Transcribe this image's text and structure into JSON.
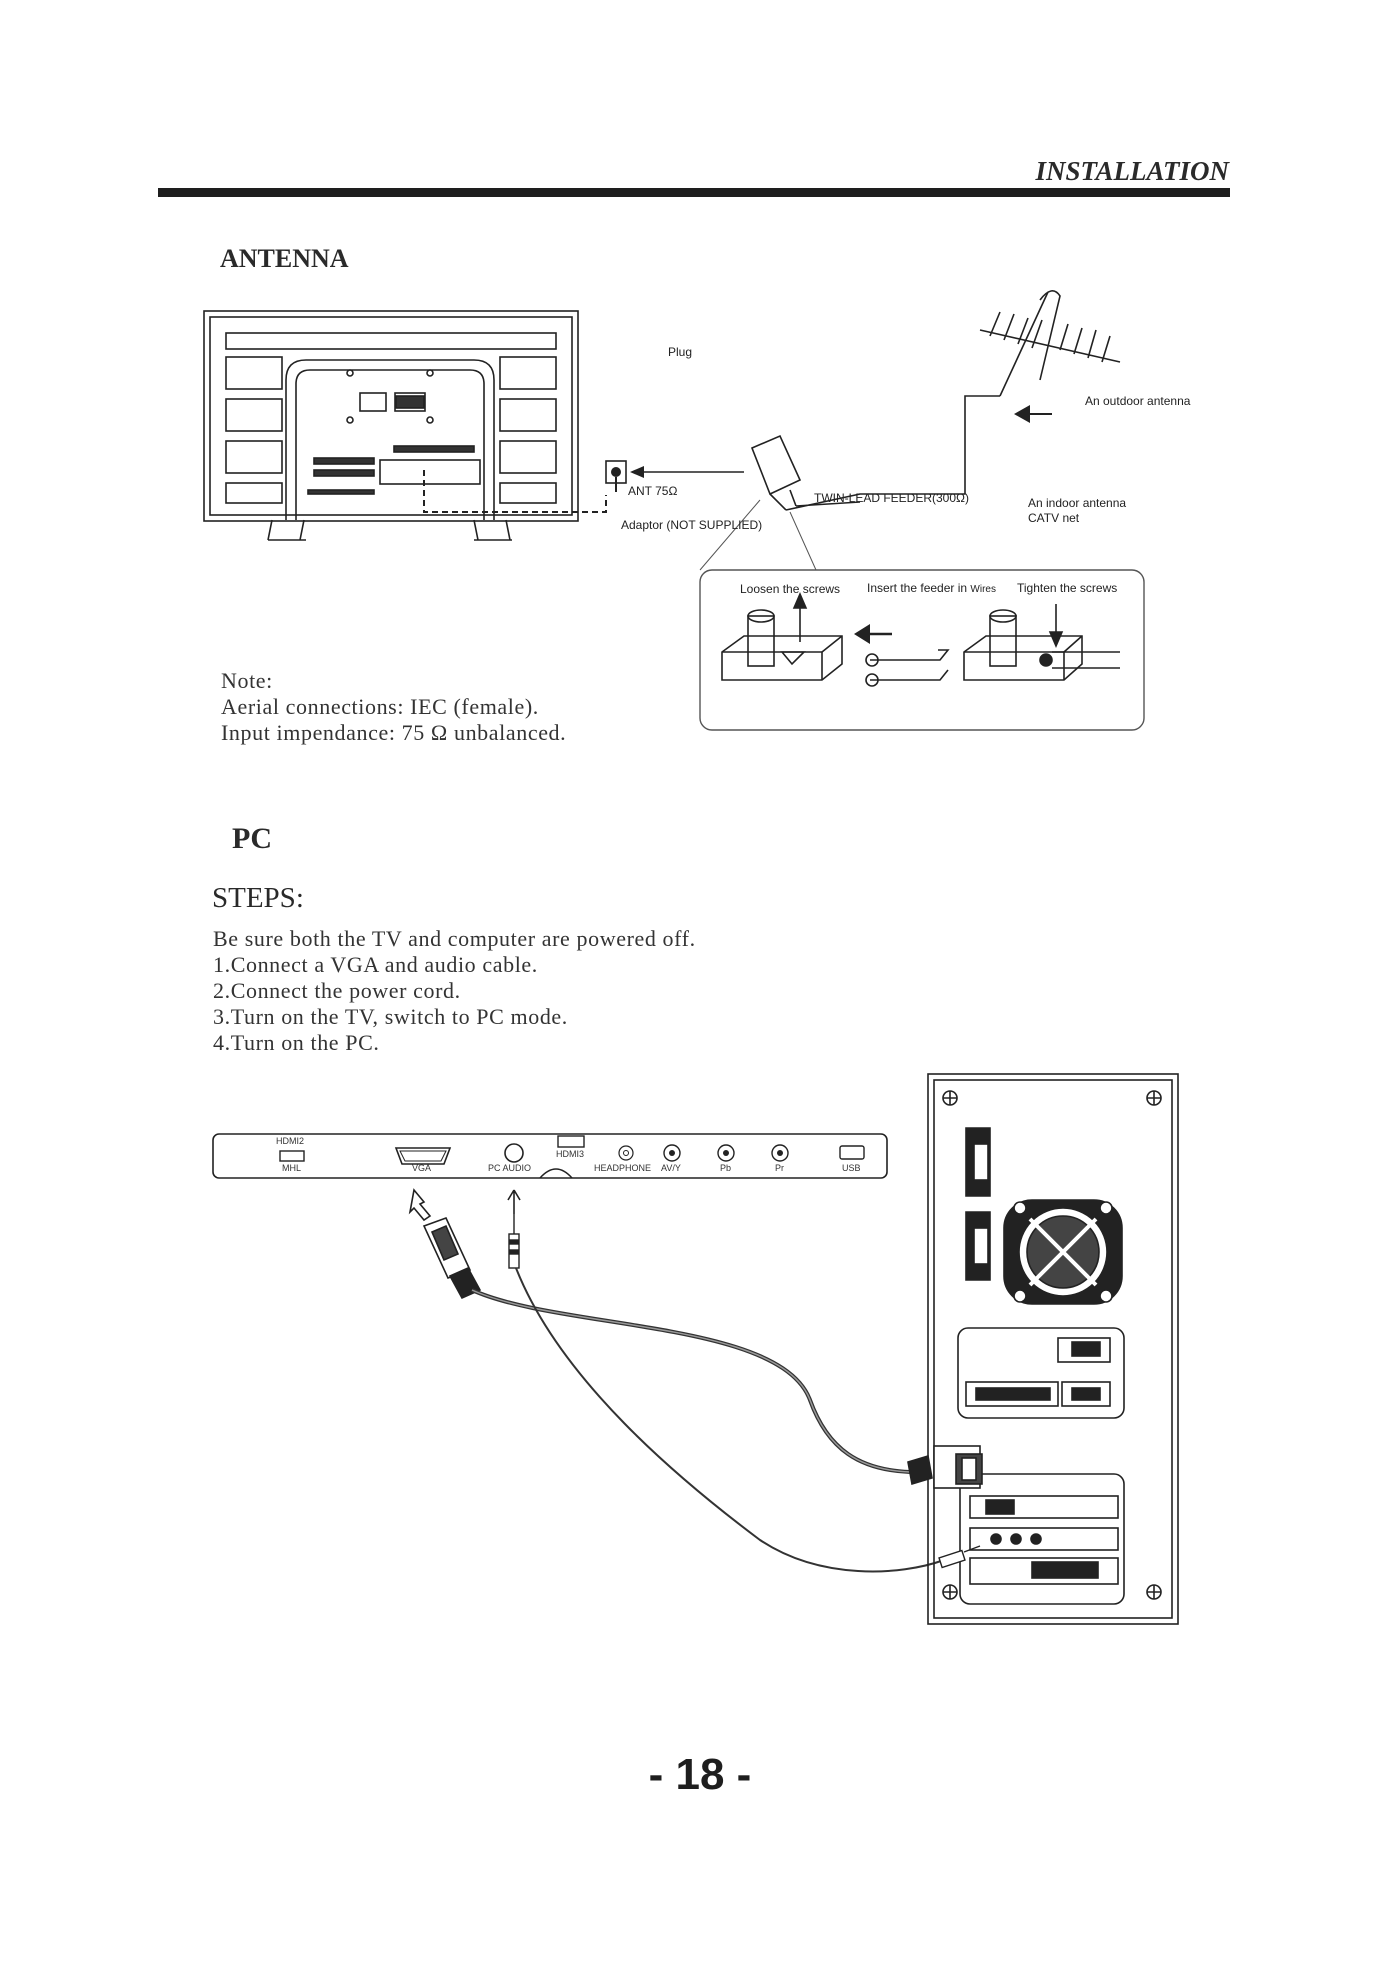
{
  "header": {
    "section_title": "INSTALLATION"
  },
  "antenna": {
    "heading": "ANTENNA",
    "labels": {
      "plug": "Plug",
      "outdoor_antenna": "An outdoor antenna",
      "ant_75": "ANT 75Ω",
      "twin_lead": "TWIN-LEAD FEEDER(300Ω)",
      "indoor_antenna": "An indoor antenna",
      "catv_net": "CATV net",
      "adaptor": "Adaptor  (NOT SUPPLIED)"
    },
    "steps": {
      "loosen": "Loosen the screws",
      "insert": "Insert the feeder in",
      "wires": "Wires",
      "tighten": "Tighten the screws"
    },
    "note": {
      "title": "Note:",
      "line1": "Aerial connections: IEC (female).",
      "line2": "Input impendance: 75 Ω unbalanced."
    }
  },
  "pc": {
    "heading": "PC",
    "steps_heading": "STEPS:",
    "instructions": [
      "Be sure both the TV and computer are powered off.",
      "1.Connect a VGA and audio cable.",
      "2.Connect the power cord.",
      "3.Turn on the TV, switch  to PC mode.",
      "4.Turn on the PC."
    ],
    "ports": {
      "hdmi2": "HDMI2",
      "mhl": "MHL",
      "vga": "VGA",
      "pc_audio": "PC AUDIO",
      "hdmi3": "HDMI3",
      "headphone": "HEADPHONE",
      "av_y": "AV/Y",
      "pb": "Pb",
      "pr": "Pr",
      "usb": "USB"
    }
  },
  "footer": {
    "page_number": "- 18 -"
  }
}
